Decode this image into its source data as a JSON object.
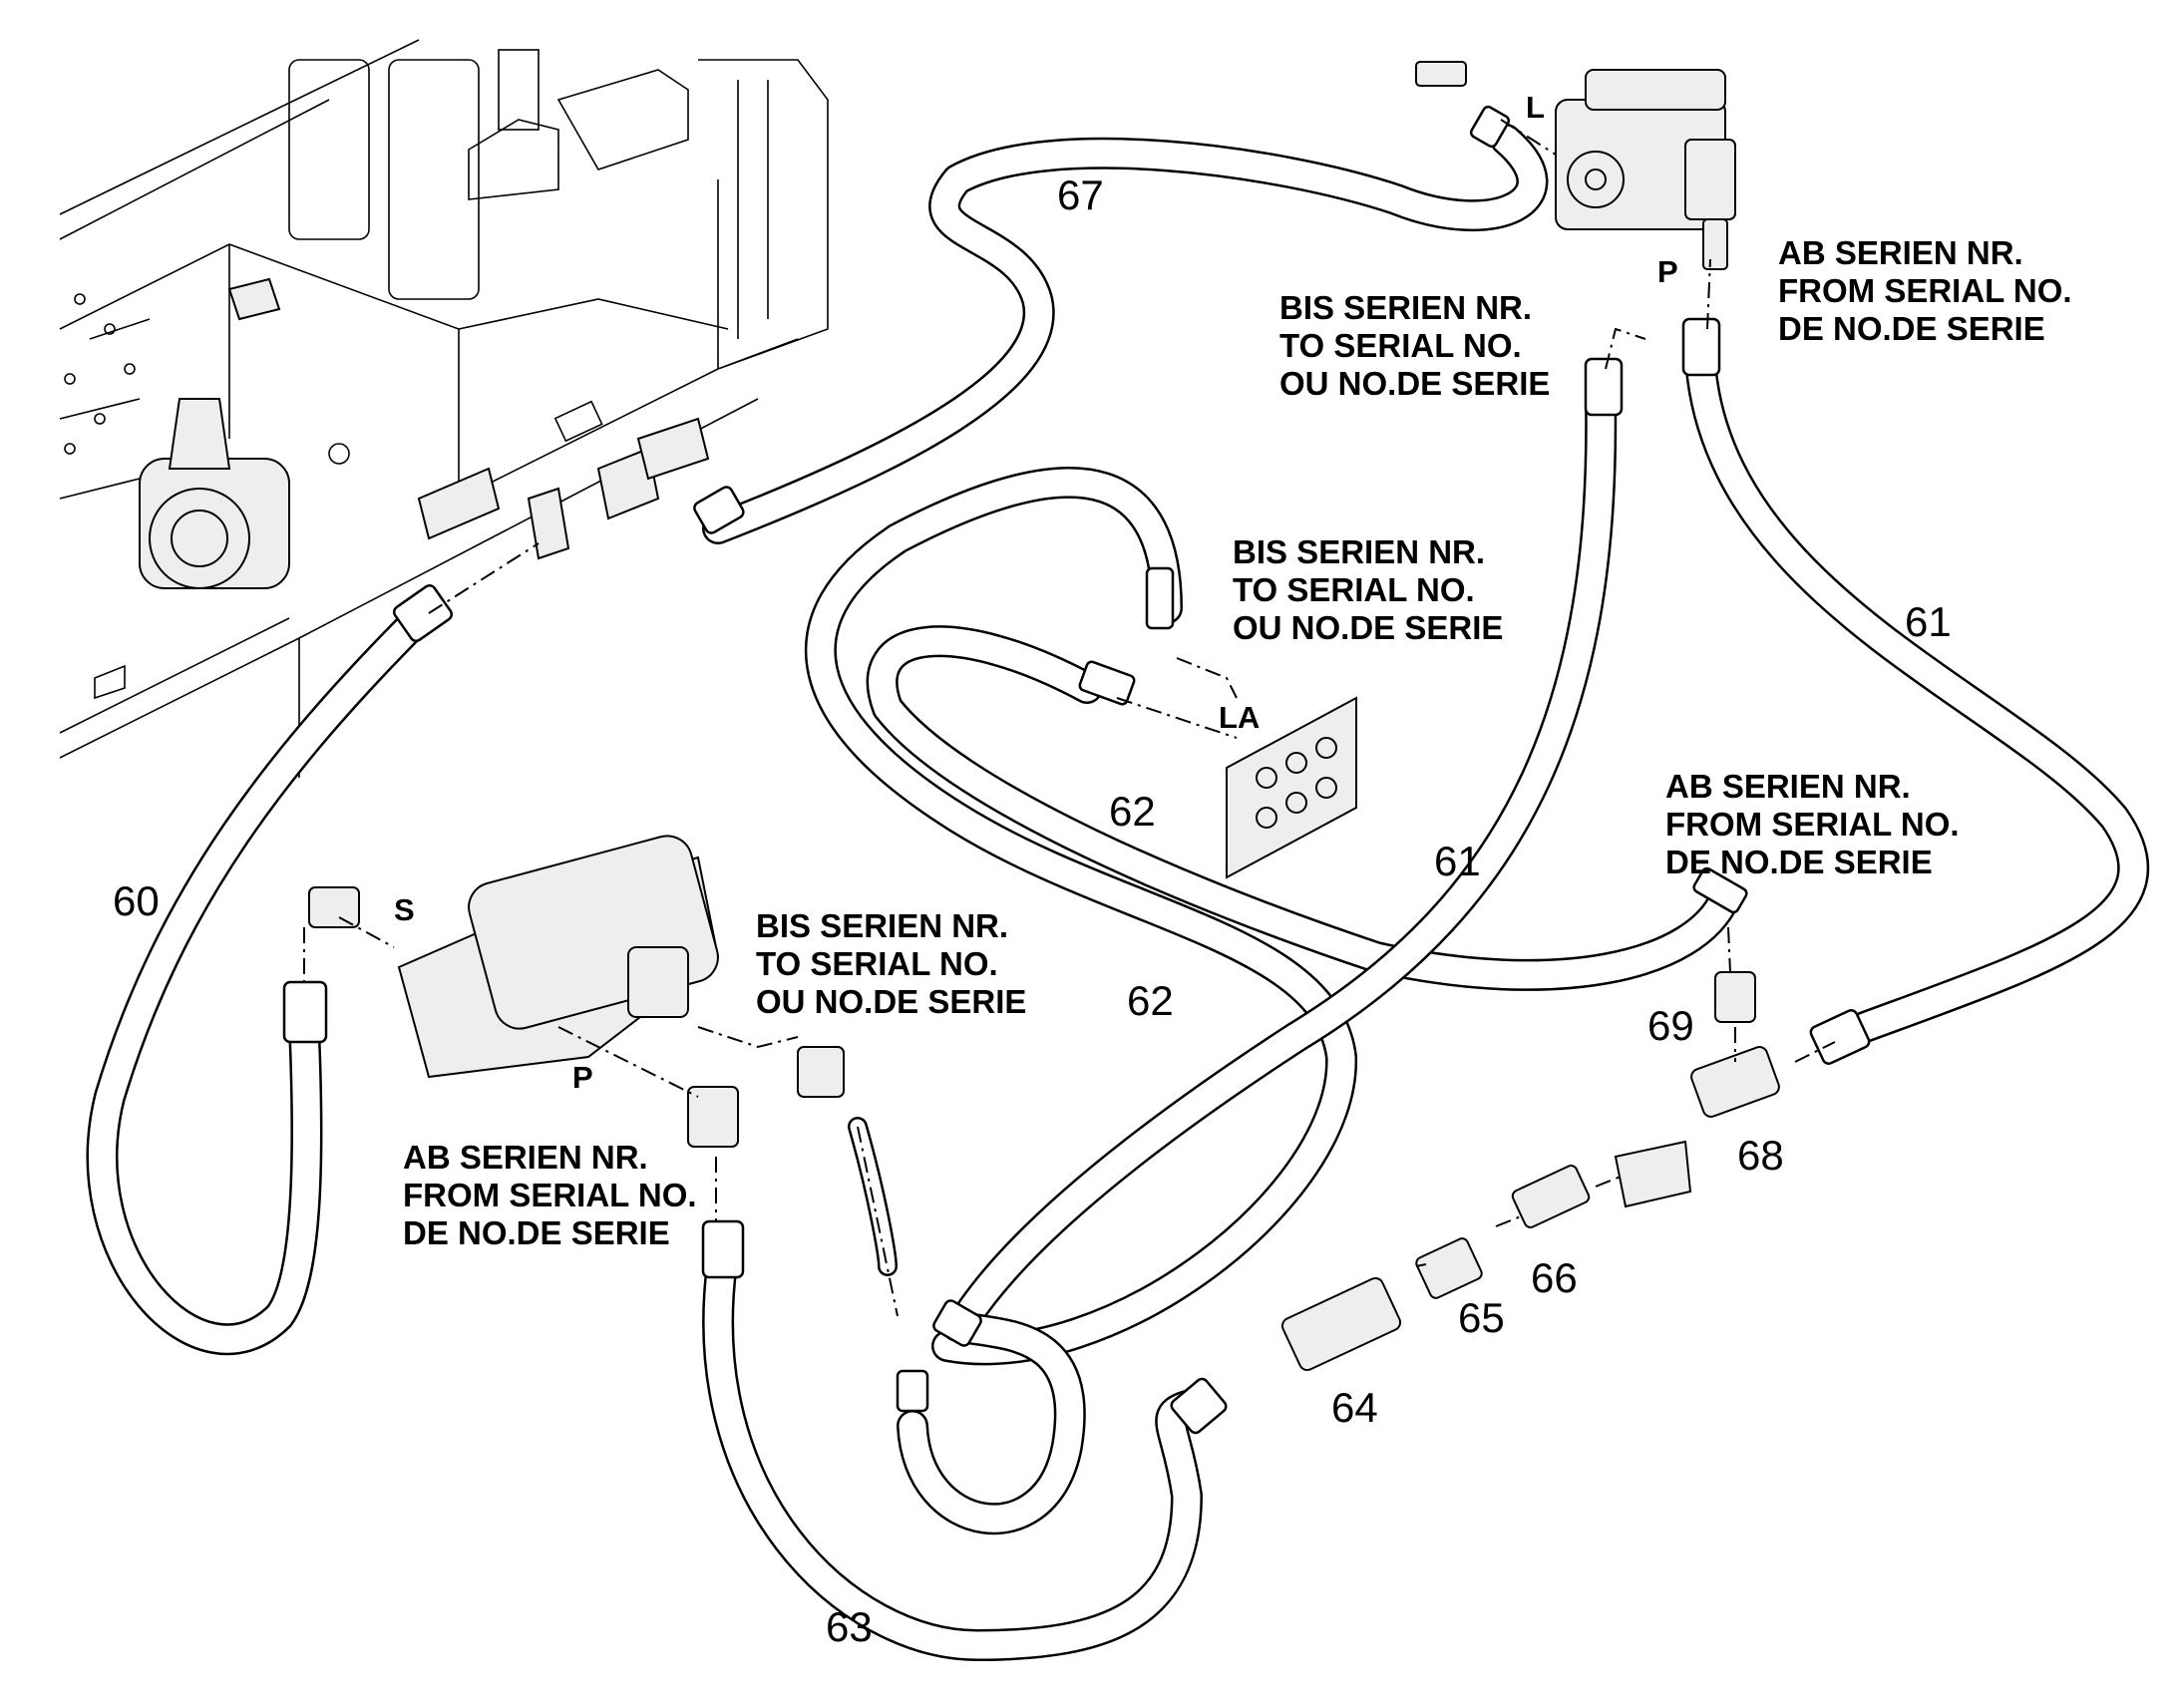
{
  "colors": {
    "line": "#000000",
    "hose_fill": "#ffffff",
    "part_fill": "#eeeeee",
    "dash": "#000000"
  },
  "part_numbers": {
    "p60": "60",
    "p61a": "61",
    "p61b": "61",
    "p62a": "62",
    "p62b": "62",
    "p63": "63",
    "p64": "64",
    "p65": "65",
    "p66": "66",
    "p67": "67",
    "p68": "68",
    "p69": "69"
  },
  "ports": {
    "L": "L",
    "P_top": "P",
    "P_pump": "P",
    "S": "S",
    "LA": "LA"
  },
  "notes": {
    "bis_top": "BIS SERIEN NR.\nTO SERIAL NO.\nOU NO.DE SERIE",
    "ab_top": "AB SERIEN NR.\nFROM SERIAL NO.\nDE NO.DE SERIE",
    "bis_mid": "BIS SERIEN NR.\nTO SERIAL NO.\nOU NO.DE SERIE",
    "ab_right": "AB SERIEN NR.\nFROM SERIAL NO.\nDE NO.DE SERIE",
    "bis_pump": "BIS SERIEN NR.\nTO SERIAL NO.\nOU NO.DE SERIE",
    "ab_pump": "AB SERIEN NR.\nFROM SERIAL NO.\nDE NO.DE SERIE"
  }
}
